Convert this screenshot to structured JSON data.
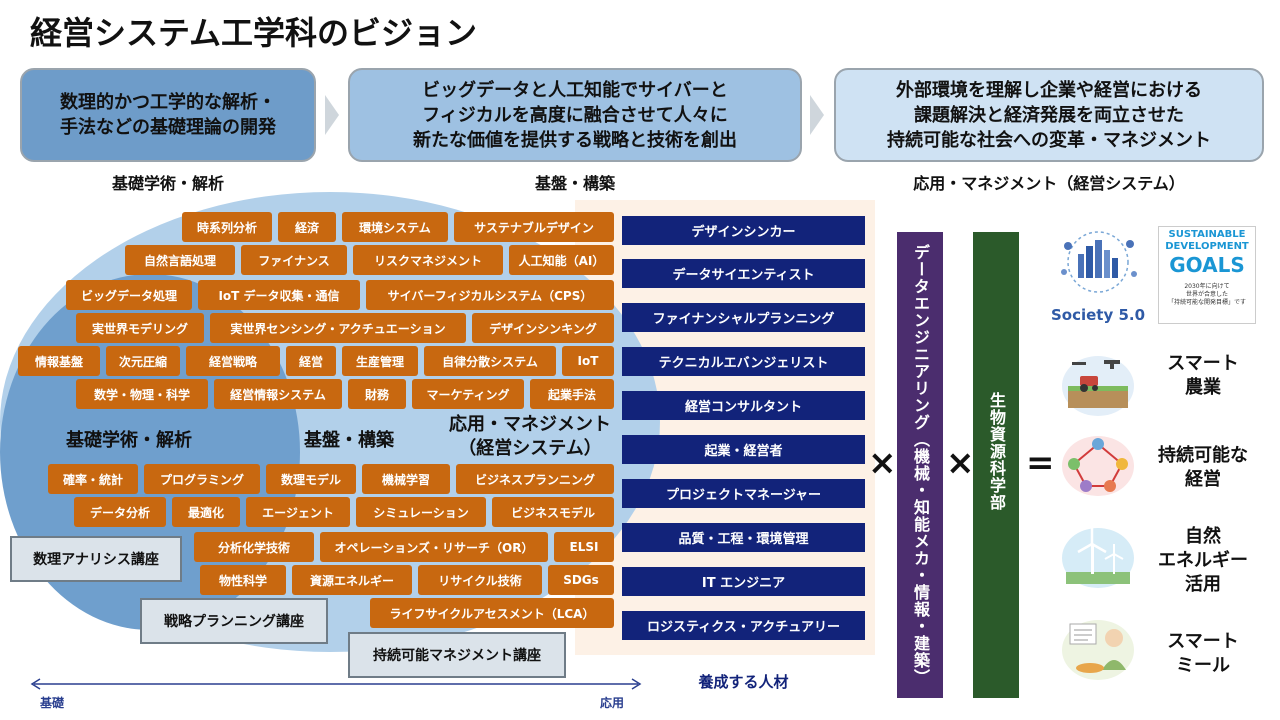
{
  "title": "経営システム工学科のビジョン",
  "phases": [
    {
      "text": "数理的かつ工学的な解析・\n手法などの基礎理論の開発",
      "label": "基礎学術・解析",
      "color": "#6e9cc9"
    },
    {
      "text": "ビッグデータと人工知能でサイバーと\nフィジカルを高度に融合させて人々に\n新たな価値を提供する戦略と技術を創出",
      "label": "基盤・構築",
      "color": "#9ec1e2"
    },
    {
      "text": "外部環境を理解し企業や経営における\n課題解決と経済発展を両立させた\n持続可能な社会への変革・マネジメント",
      "label": "応用・マネジメント（経営システム）",
      "color": "#cfe2f3"
    }
  ],
  "region_labels": {
    "basic": "基礎学術・解析",
    "platform": "基盤・構築",
    "application": "応用・マネジメント\n（経営システム）"
  },
  "tags": [
    "時系列分析",
    "経済",
    "環境システム",
    "サステナブルデザイン",
    "自然言語処理",
    "ファイナンス",
    "リスクマネジメント",
    "人工知能（AI）",
    "ビッグデータ処理",
    "IoT データ収集・通信",
    "サイバーフィジカルシステム（CPS）",
    "実世界モデリング",
    "実世界センシング・アクチュエーション",
    "デザインシンキング",
    "情報基盤",
    "次元圧縮",
    "経営戦略",
    "経営",
    "生産管理",
    "自律分散システム",
    "IoT",
    "数学・物理・科学",
    "経営情報システム",
    "財務",
    "マーケティング",
    "起業手法",
    "確率・統計",
    "プログラミング",
    "数理モデル",
    "機械学習",
    "ビジネスプランニング",
    "データ分析",
    "最適化",
    "エージェント",
    "シミュレーション",
    "ビジネスモデル",
    "分析化学技術",
    "オペレーションズ・リサーチ（OR）",
    "ELSI",
    "物性科学",
    "資源エネルギー",
    "リサイクル技術",
    "SDGs",
    "ライフサイクルアセスメント（LCA）"
  ],
  "courses": [
    "数理アナリシス講座",
    "戦略プランニング講座",
    "持続可能マネジメント講座"
  ],
  "axis": {
    "left": "基礎",
    "right": "応用"
  },
  "roles": [
    "デザインシンカー",
    "データサイエンティスト",
    "ファイナンシャルプランニング",
    "テクニカルエバンジェリスト",
    "経営コンサルタント",
    "起業・経営者",
    "プロジェクトマネージャー",
    "品質・工程・環境管理",
    "IT エンジニア",
    "ロジスティクス・アクチュアリー"
  ],
  "roles_caption": "養成する人材",
  "data_engineering": "データエンジニアリング（機械・知能メカ・情報・建築）",
  "bio_faculty": "生物資源科学部",
  "operators": {
    "times1": "×",
    "times2": "×",
    "equals": "="
  },
  "colors": {
    "tag": "#c86810",
    "role": "#12237a",
    "data_bar": "#4b2d6e",
    "bio_bar": "#2b5a2a"
  },
  "logos": {
    "society": "Society 5.0",
    "sdgs_line1": "SUSTAINABLE",
    "sdgs_line2": "DEVELOPMENT",
    "sdgs_goals": "GOALS",
    "sdgs_sub": "2030年に向けて\n世界が合意した\n「持続可能な開発目標」です"
  },
  "applications": [
    {
      "label": "スマート\n農業",
      "icon": "smart-farm-icon"
    },
    {
      "label": "持続可能な\n経営",
      "icon": "network-management-icon"
    },
    {
      "label": "自然\nエネルギー\n活用",
      "icon": "wind-turbine-icon"
    },
    {
      "label": "スマート\nミール",
      "icon": "smart-meal-icon"
    }
  ]
}
